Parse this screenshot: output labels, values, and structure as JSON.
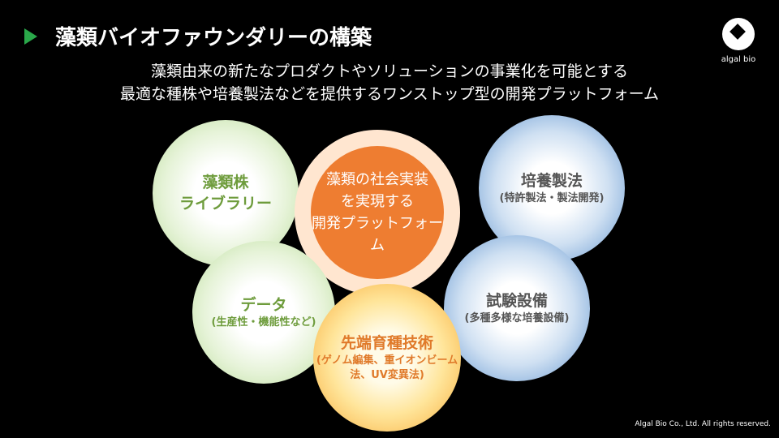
{
  "title": "藻類バイオファウンダリーの構築",
  "logo_text": "algal bio",
  "subtitle": [
    "藻類由来の新たなプロダクトやソリューションの事業化を可能とする",
    "最適な種株や培養製法などを提供するワンストップ型の開発プラットフォーム"
  ],
  "circles": {
    "strain": {
      "title1": "藻類株",
      "title2": "ライブラリー"
    },
    "center": {
      "l1": "藻類の社会実装",
      "l2": "を実現する",
      "l3": "開発プラットフォーム"
    },
    "culture": {
      "title": "培養製法",
      "sub": "(特許製法・製法開発)"
    },
    "data": {
      "title": "データ",
      "sub": "(生産性・機能性など)"
    },
    "test": {
      "title": "試験設備",
      "sub": "(多種多様な培養設備)"
    },
    "breeding": {
      "title": "先端育種技術",
      "sub1": "(ゲノム編集、重イオンビーム",
      "sub2": "法、UV変異法)"
    }
  },
  "copyright": "Algal Bio Co., Ltd. All rights reserved."
}
